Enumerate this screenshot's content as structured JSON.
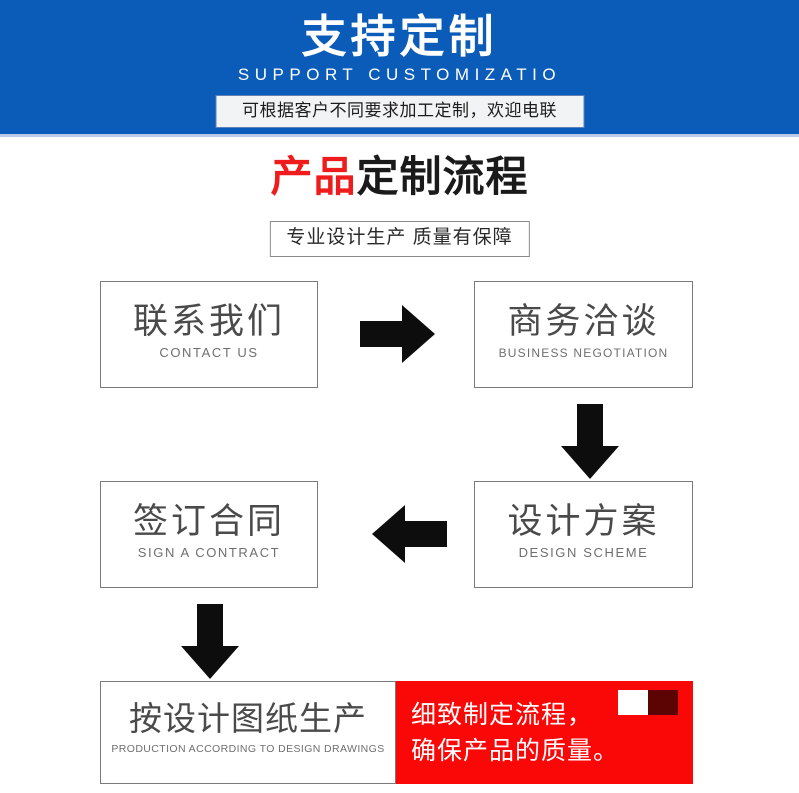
{
  "header": {
    "title": "支持定制",
    "subtitle": "SUPPORT CUSTOMIZATIO",
    "tag": "可根据客户不同要求加工定制，欢迎电联",
    "background_color": "#0A5CB8",
    "underline_color": "#B9CBE6"
  },
  "section": {
    "title_accent": "产品",
    "title_plain": "定制流程",
    "subtitle": "专业设计生产 质量有保障",
    "accent_color": "#EE1C1C"
  },
  "flow": {
    "steps": [
      {
        "cn": "联系我们",
        "en": "CONTACT US"
      },
      {
        "cn": "商务洽谈",
        "en": "BUSINESS  NEGOTIATION"
      },
      {
        "cn": "设计方案",
        "en": "DESIGN  SCHEME"
      },
      {
        "cn": "签订合同",
        "en": "SIGN A CONTRACT"
      },
      {
        "cn": "按设计图纸生产",
        "en": "PRODUCTION  ACCORDING  TO  DESIGN  DRAWINGS"
      }
    ],
    "arrows": [
      {
        "name": "arrow-right-icon",
        "direction": "right"
      },
      {
        "name": "arrow-down-icon",
        "direction": "down"
      },
      {
        "name": "arrow-left-icon",
        "direction": "left"
      },
      {
        "name": "arrow-down-icon",
        "direction": "down"
      }
    ]
  },
  "callout": {
    "line1": "细致制定流程，",
    "line2": "确保产品的质量。",
    "background_color": "#FA0808",
    "square_white_color": "#FFFFFF",
    "square_dark_color": "#5C0404"
  }
}
